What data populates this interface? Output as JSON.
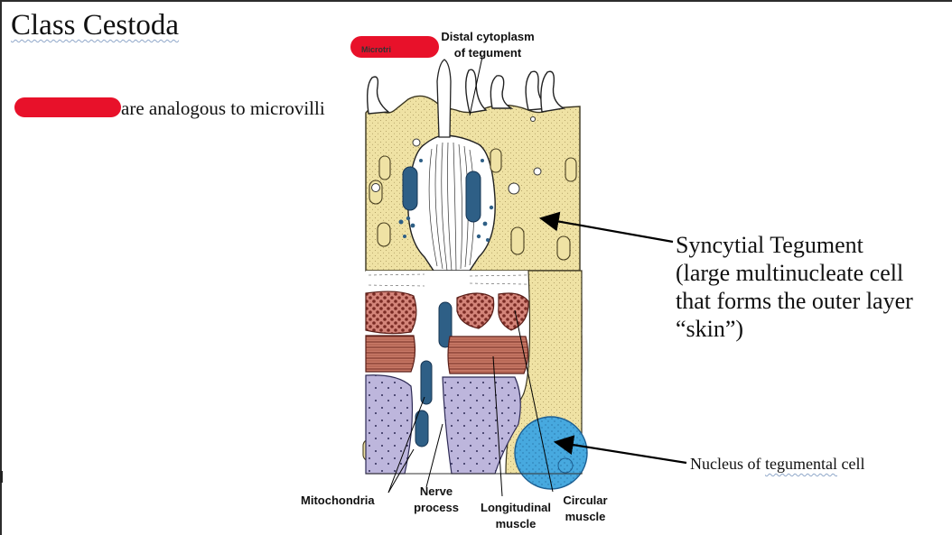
{
  "slide": {
    "title": "Class Cestoda",
    "subtitle_text": "are analogous to microvilli"
  },
  "labels": {
    "distal_line1": "Distal cytoplasm",
    "distal_line2": "of tegument",
    "microtriches_partial": "Microtri",
    "syncytial_line1": "Syncytial Tegument",
    "syncytial_line2": "(large multinucleate cell",
    "syncytial_line3": "that forms the outer layer",
    "syncytial_line4": "“skin”)",
    "nucleus_prefix": "Nucleus of ",
    "nucleus_word": "tegumental",
    "nucleus_suffix": " cell",
    "mitochondria": "Mitochondria",
    "nerve_line1": "Nerve",
    "nerve_line2": "process",
    "longitudinal_line1": "Longitudinal",
    "longitudinal_line2": "muscle",
    "circular_line1": "Circular",
    "circular_line2": "muscle"
  },
  "colors": {
    "tegument": "#efe2a4",
    "muscle_circular": "#d4857a",
    "muscle_longitudinal": "#c97a68",
    "parenchyma": "#bdb6dc",
    "nucleus": "#47a9df",
    "mitochondria": "#2e5f86",
    "redaction": "#e8112a"
  }
}
